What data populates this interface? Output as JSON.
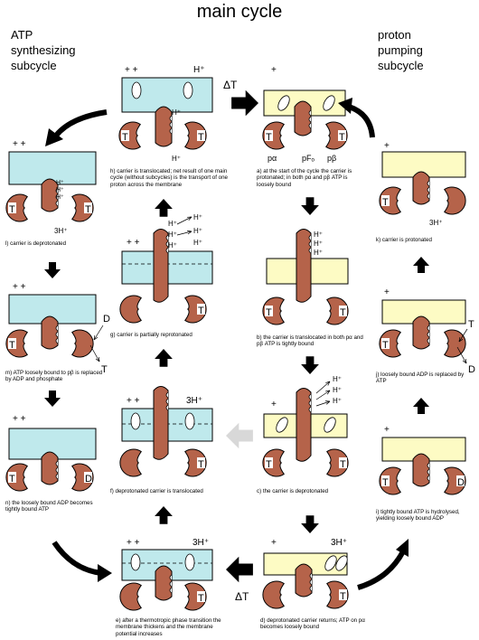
{
  "title": "main cycle",
  "left_heading": [
    "ATP",
    "synthesizing",
    "subcycle"
  ],
  "right_heading": [
    "proton",
    "pumping",
    "subcycle"
  ],
  "symbols": {
    "plus2": "+ +",
    "plus1": "+",
    "h_plus": "H⁺",
    "three_h_plus": "3H⁺",
    "T": "T",
    "D": "D",
    "delta_t": "ΔT",
    "p_alpha": "pα",
    "p_o": "pFₒ",
    "p_beta": "pβ"
  },
  "captions": {
    "a": "a) at the start of the cycle the carrier is protonated; in both pα and pβ ATP is loosely bound",
    "b": "b) the carrier is translocated in both pα and pβ ATP is tightly bound",
    "c": "c) the carrier is deprotonated",
    "d": "d) deprotonated carrier returns; ATP on pα becomes loosely bound",
    "e": "e) after a thermotropic phase transition the membrane thickens and the membrane potential increases",
    "f": "f) deprotonated carrier is translocated",
    "g": "g) carrier is partially reprotonated",
    "h": "h) carrier is translocated; net result of one main cycle (without subcycles) is the transport of one proton across the membrane",
    "i": "i) tightly bound ATP is hydrolysed, yielding loosely bound ADP",
    "j": "j) loosely bound ADP is replaced by ATP",
    "k": "k) carrier is protonated",
    "l": "l) carrier is deprotonated",
    "m": "m) ATP loosely bound to pβ is replaced by ADP and phosphate",
    "n": "n) the loosely bound ADP becomes tightly bound ATP"
  },
  "colors": {
    "membrane_blue": "#bfe9ec",
    "membrane_yellow": "#fdfbc4",
    "protein_brown": "#b5634a",
    "arrow_black": "#000000",
    "arrow_gray": "#d8d8d8"
  }
}
